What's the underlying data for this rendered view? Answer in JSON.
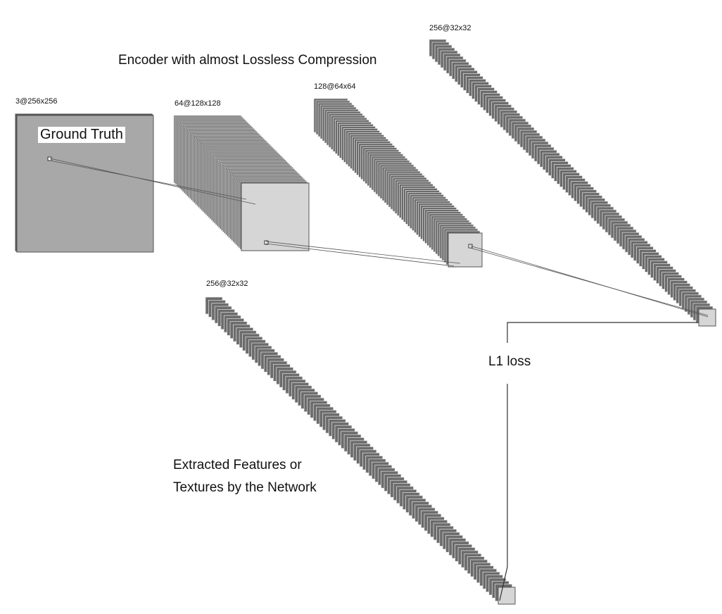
{
  "title": "Encoder with almost Lossless Compression",
  "layers": [
    {
      "dims": "3@256x256",
      "caption": "Ground Truth"
    },
    {
      "dims": "64@128x128"
    },
    {
      "dims": "128@64x64"
    },
    {
      "dims": "256@32x32"
    }
  ],
  "extracted": {
    "dims": "256@32x32",
    "caption_line1": "Extracted Features or",
    "caption_line2": "Textures by the Network"
  },
  "loss_label": "L1 loss",
  "colors": {
    "ground_truth_fill": "#a8a8a8",
    "face_fill": "#d6d6d6",
    "stack_slice_fill": "#6b6b6b",
    "stack_edge": "#e2e2e2",
    "line": "#333333"
  }
}
